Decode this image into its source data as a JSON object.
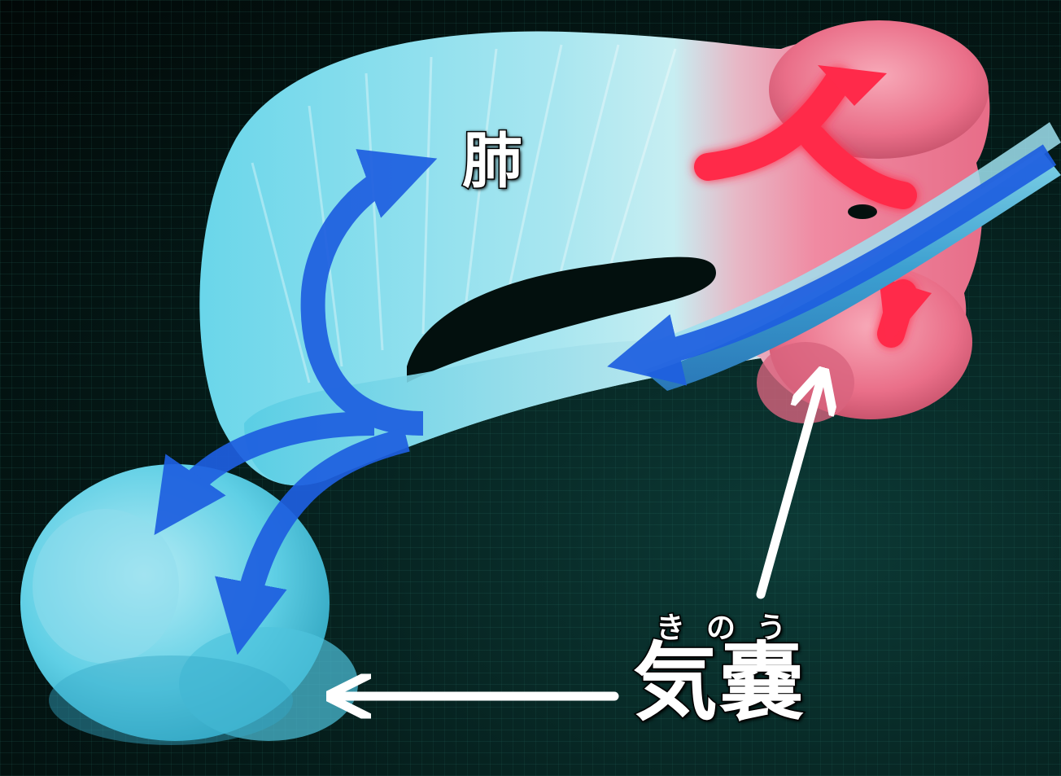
{
  "labels": {
    "lung": "肺",
    "air_sac": "気嚢",
    "air_sac_reading": "きのう"
  },
  "colors": {
    "background": "#031512",
    "grid_line": "#1f6b63",
    "lung_cyan": "#5fd0e6",
    "air_sac_red": "#e8607a",
    "airflow_blue": "#1e5fe0",
    "blood_red": "#ff2a4a",
    "pointer_white": "#ffffff"
  },
  "icons": {
    "pointer_arrow_left": "arrow-left-icon",
    "pointer_arrow_up": "arrow-up-icon"
  }
}
